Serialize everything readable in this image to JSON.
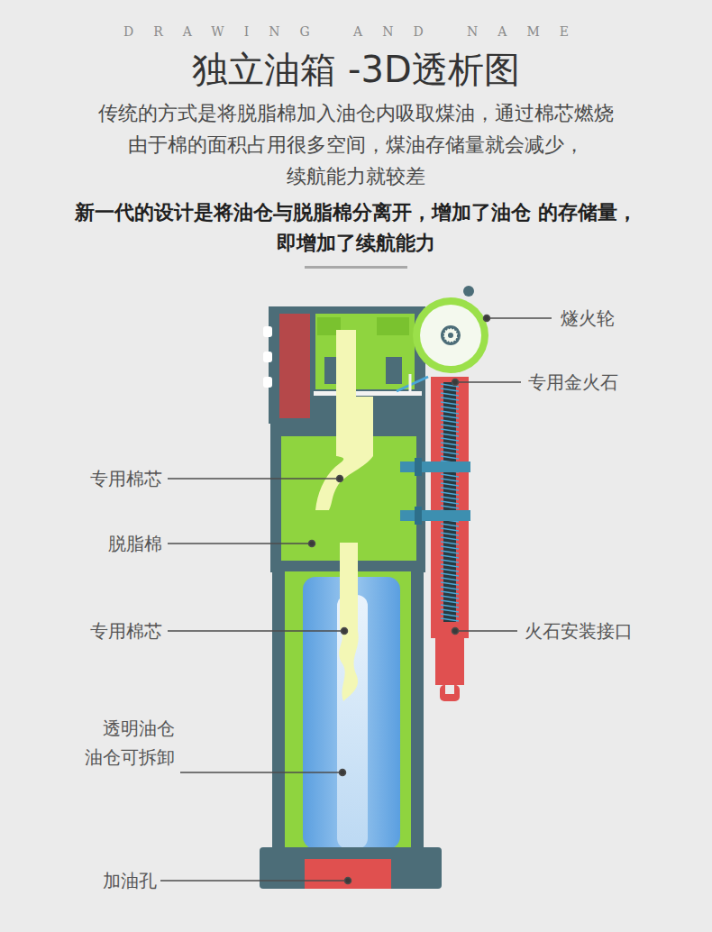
{
  "diagram": {
    "title": "独立油箱 -3D透析图",
    "labels": [
      "DRAWING AND NAME",
      "传统的方式是将脱脂棉加入油仓内吸取煤油，通过棉芯燃烧 由于棉的面积占用很多空间，煤油存储量就会减少， 续航能力就较差",
      "新一代的设计是将油仓与脱脂棉分离开，增加了油仓 的存储量，即增加了续航能力",
      "燧火轮",
      "专用金火石",
      "专用棉芯",
      "脱脂棉",
      "专用棉芯",
      "透明油仓 油仓可拆卸",
      "火石安装接口",
      "加油孔"
    ]
  }
}
